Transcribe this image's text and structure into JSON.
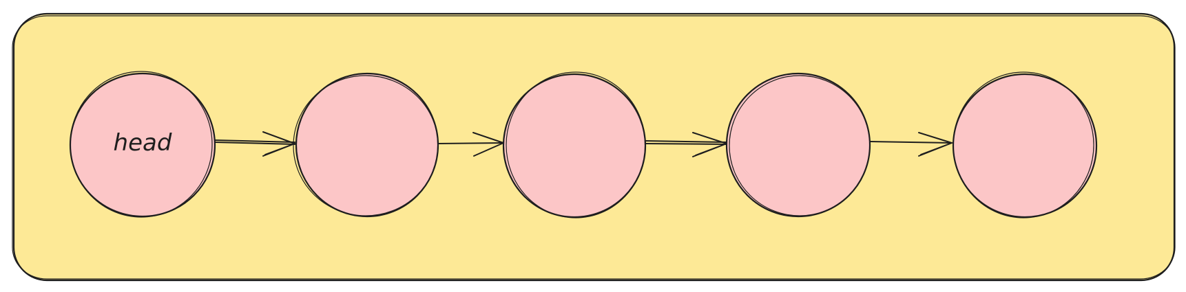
{
  "diagram": {
    "colors": {
      "container_fill": "#fde996",
      "node_fill": "#fcc6c7",
      "stroke": "#1e1e1e",
      "background": "#ffffff"
    },
    "nodes": [
      {
        "label": "head"
      },
      {
        "label": ""
      },
      {
        "label": ""
      },
      {
        "label": ""
      },
      {
        "label": ""
      }
    ],
    "edges": [
      {
        "from": 0,
        "to": 1
      },
      {
        "from": 1,
        "to": 2
      },
      {
        "from": 2,
        "to": 3
      },
      {
        "from": 3,
        "to": 4
      }
    ]
  }
}
